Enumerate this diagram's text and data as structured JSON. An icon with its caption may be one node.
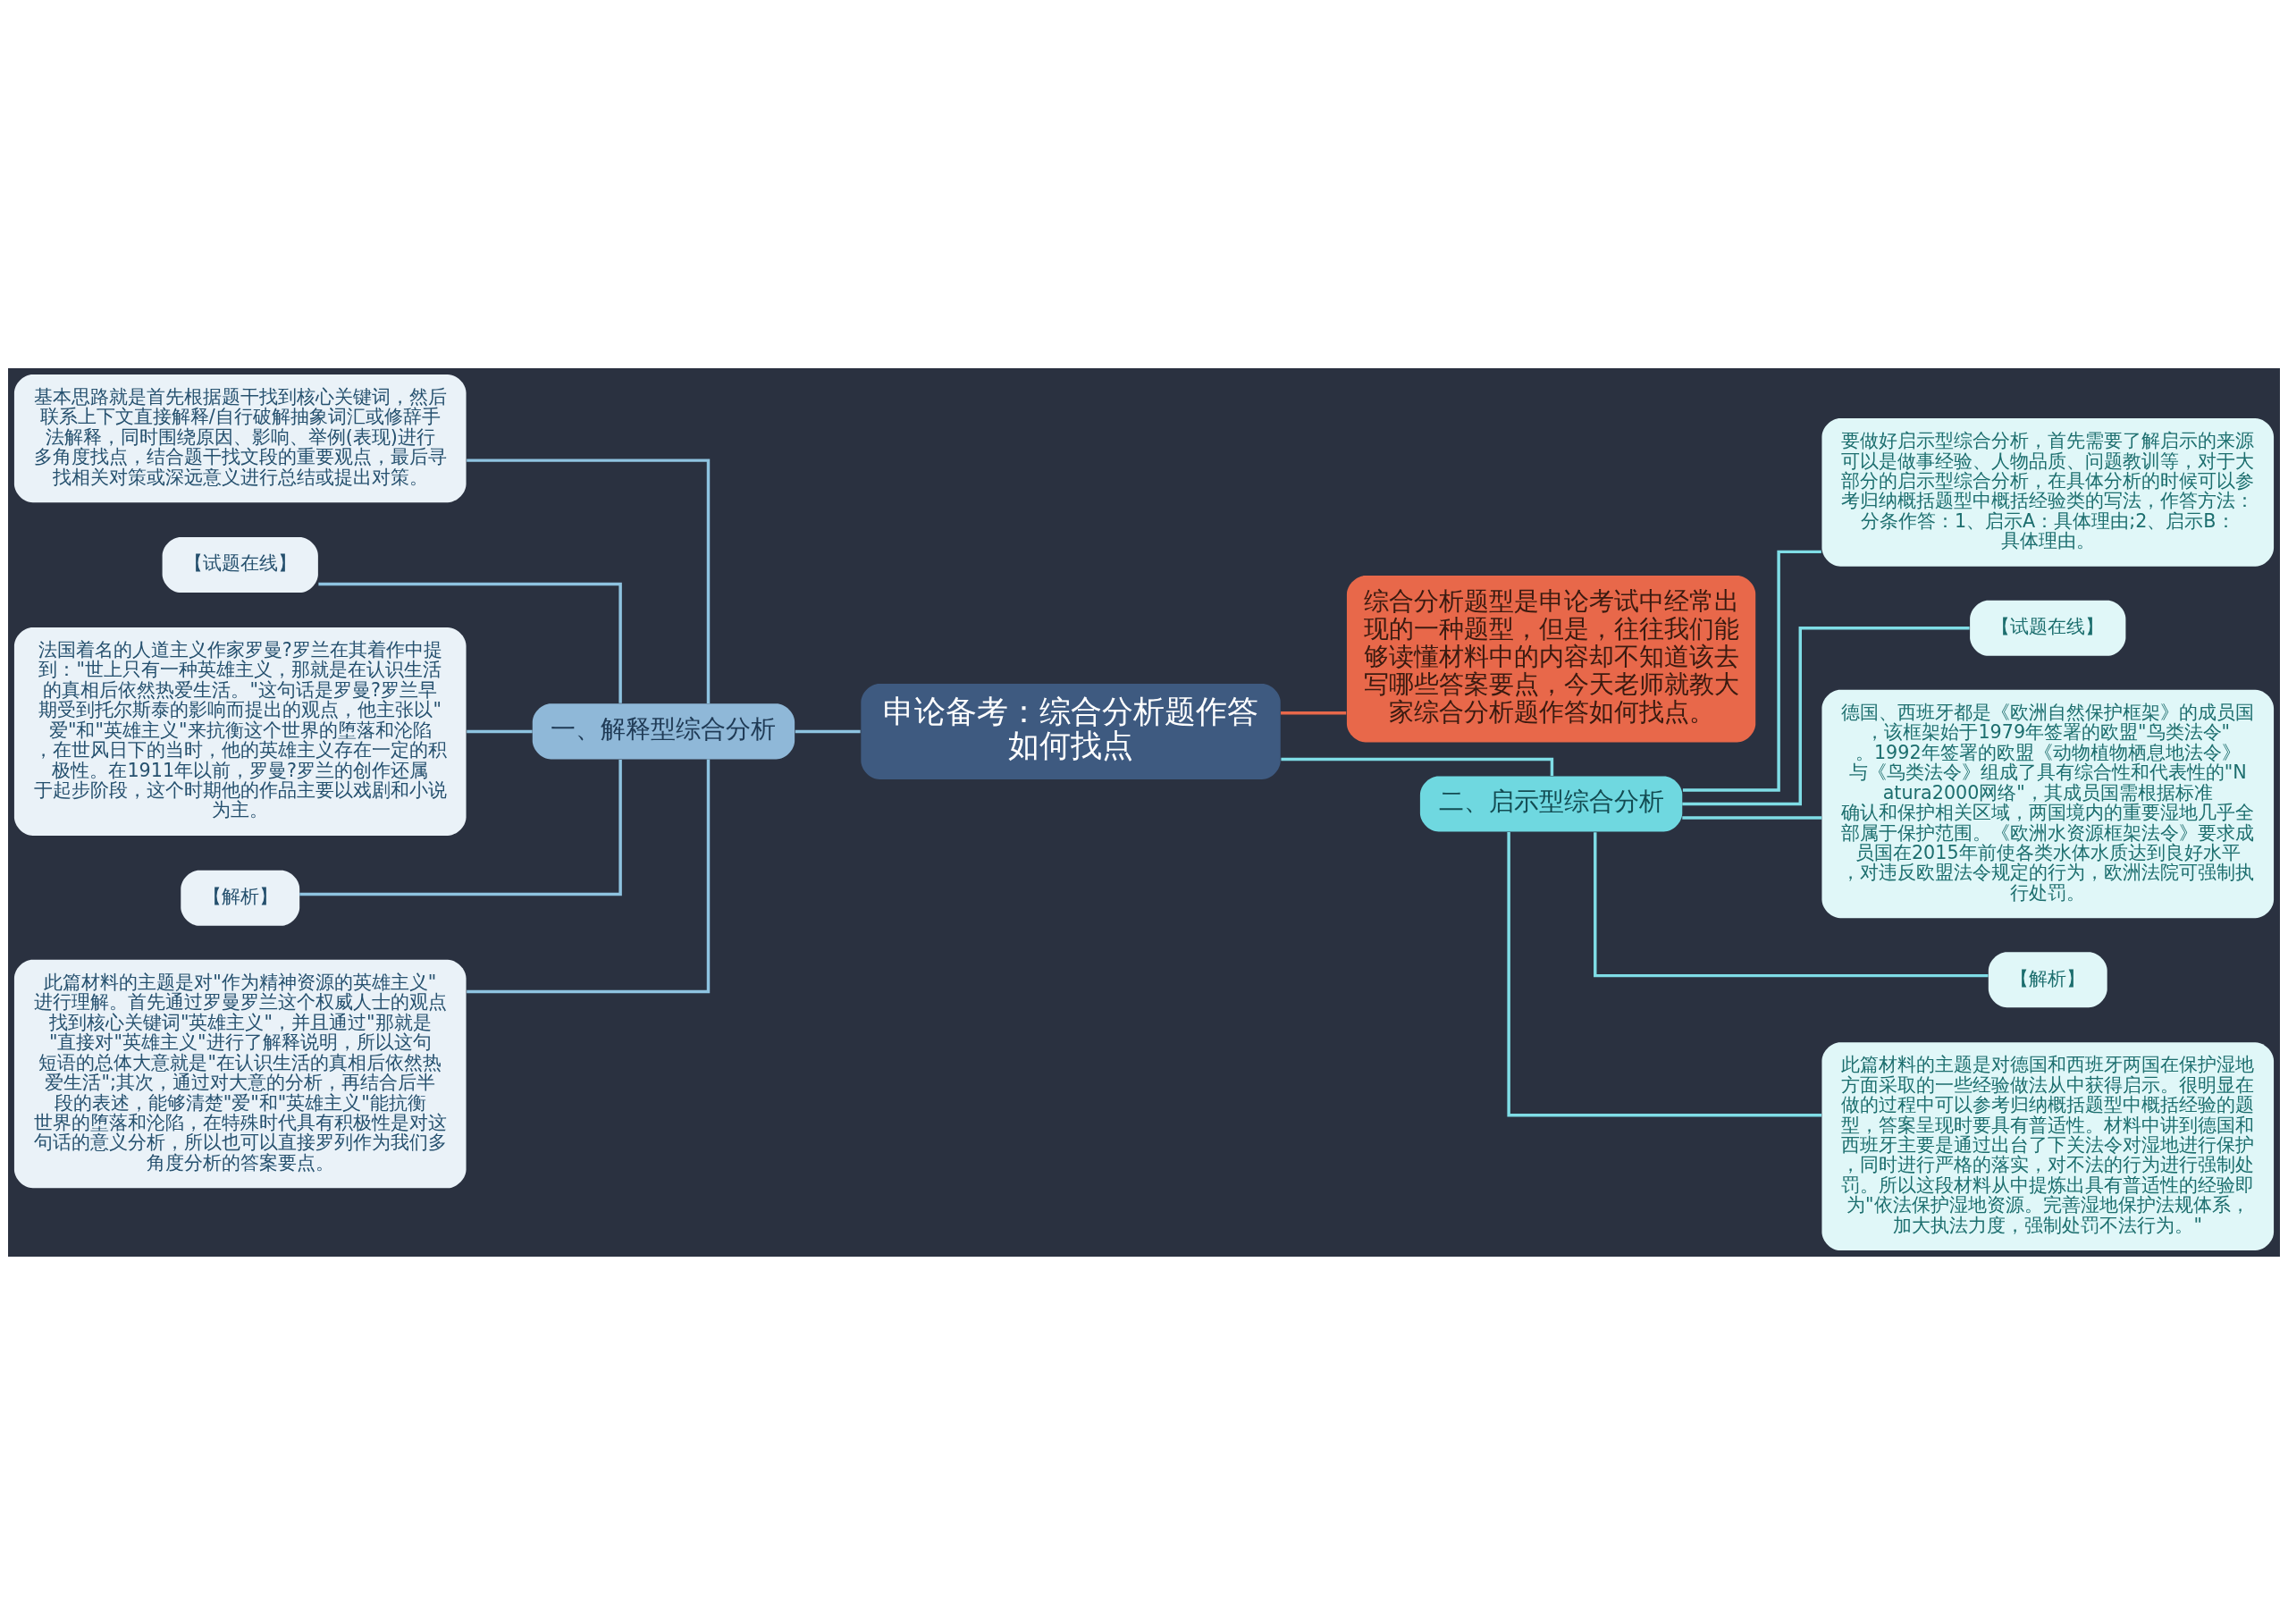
{
  "diagram": {
    "nodes": [
      {
        "text": [
          "申论备考：综合分析题作答如何找点"
        ]
      },
      {
        "text": [
          "一、解释型综合分析"
        ]
      },
      {
        "text": [
          "基本思路就是首先根据题干找到核心关键词，然后联系上下文直接解释/自行破解抽象词汇或修辞手法解释，同时围绕原因、影响、举例(表现)进行多角度找点，结合题干找文段的重要观点，最后寻找相关对策或深远意义进行总结或提出对策。"
        ]
      },
      {
        "text": [
          "【试题在线】"
        ]
      },
      {
        "text": [
          "法国着名的人道主义作家罗曼?罗兰在其着作中提到：\"世上只有一种英雄主义，那就是在认识生活的真相后依然热爱生活。\"这句话是罗曼?罗兰早期受到托尔斯泰的影响而提出的观点，他主张以\"爱\"和\"英雄主义\"来抗衡这个世界的堕落和沦陷，在世风日下的当时，他的英雄主义存在一定的积极性。在1911年以前，罗曼?罗兰的创作还属于起步阶段，这个时期他的作品主要以戏剧和小说为主。"
        ]
      },
      {
        "text": [
          "【解析】"
        ]
      },
      {
        "text": [
          "此篇材料的主题是对\"作为精神资源的英雄主义\"进行理解。首先通过罗曼罗兰这个权威人士的观点找到核心关键词\"英雄主义\"，并且通过\"那就是\"直接对\"英雄主义\"进行了解释说明，所以这句短语的总体大意就是\"在认识生活的真相后依然热爱生活\";其次，通过对大意的分析，再结合后半段的表述，能够清楚\"爱\"和\"英雄主义\"能抗衡世界的堕落和沦陷，在特殊时代具有积极性是对这句话的意义分析，所以也可以直接罗列作为我们多角度分析的答案要点。"
        ]
      },
      {
        "text": [
          "综合分析题型是申论考试中经常出现的一种题型，但是，往往我们能够读懂材料中的内容却不知道该去写哪些答案要点，今天老师就教大家综合分析题作答如何找点。"
        ]
      },
      {
        "text": [
          "二、启示型综合分析"
        ]
      },
      {
        "text": [
          "要做好启示型综合分析，首先需要了解启示的来源可以是做事经验、人物品质、问题教训等，对于大部分的启示型综合分析，在具体分析的时候可以参考归纳概括题型中概括经验类的写法，作答方法：分条作答：1、启示A：具体理由;2、启示B：具体理由。"
        ]
      },
      {
        "text": [
          "【试题在线】"
        ]
      },
      {
        "text": [
          "德国、西班牙都是《欧洲自然保护框架》的成员国，该框架始于1979年签署的欧盟\"鸟类法令\"。1992年签署的欧盟《动物植物栖息地法令》与《鸟类法令》组成了具有综合性和代表性的\"Natura2000网络\"，其成员国需根据标准确认和保护相关区域，两国境内的重要湿地几乎全部属于保护范围。《欧洲水资源框架法令》要求成员国在2015年前使各类水体水质达到良好水平，对违反欧盟法令规定的行为，欧洲法院可强制执行处罚。"
        ]
      },
      {
        "text": [
          "【解析】"
        ]
      },
      {
        "text": [
          "此篇材料的主题是对德国和西班牙两国在保护湿地方面采取的一些经验做法从中获得启示。很明显在做的过程中可以参考归纳概括题型中概括经验的题型，答案呈现时要具有普适性。材料中讲到德国和西班牙主要是通过出台了下关法令对湿地进行保护，同时进行严格的落实，对不法的行为进行强制处罚。所以这段材料从中提炼出具有普适性的经验即为\"依法保护湿地资源。完善湿地保护法规体系，加大执法力度，强制处罚不法行为。\""
        ]
      }
    ],
    "edges": [
      {
        "from": 0,
        "to": 1,
        "arrow": "none",
        "color": "#8ec3e0"
      },
      {
        "from": 1,
        "to": 2,
        "arrow": "none",
        "color": "#8ec3e0"
      },
      {
        "from": 1,
        "to": 3,
        "arrow": "none",
        "color": "#8ec3e0"
      },
      {
        "from": 1,
        "to": 4,
        "arrow": "none",
        "color": "#8ec3e0"
      },
      {
        "from": 1,
        "to": 5,
        "arrow": "none",
        "color": "#8ec3e0"
      },
      {
        "from": 1,
        "to": 6,
        "arrow": "none",
        "color": "#8ec3e0"
      },
      {
        "from": 0,
        "to": 7,
        "arrow": "none",
        "color": "#e8684a"
      },
      {
        "from": 0,
        "to": 8,
        "arrow": "none"
      },
      {
        "from": 8,
        "to": 9,
        "arrow": "none"
      },
      {
        "from": 8,
        "to": 10,
        "arrow": "none"
      },
      {
        "from": 8,
        "to": 11,
        "arrow": "none"
      },
      {
        "from": 8,
        "to": 12,
        "arrow": "none"
      },
      {
        "from": 8,
        "to": 13,
        "arrow": "none"
      }
    ]
  }
}
